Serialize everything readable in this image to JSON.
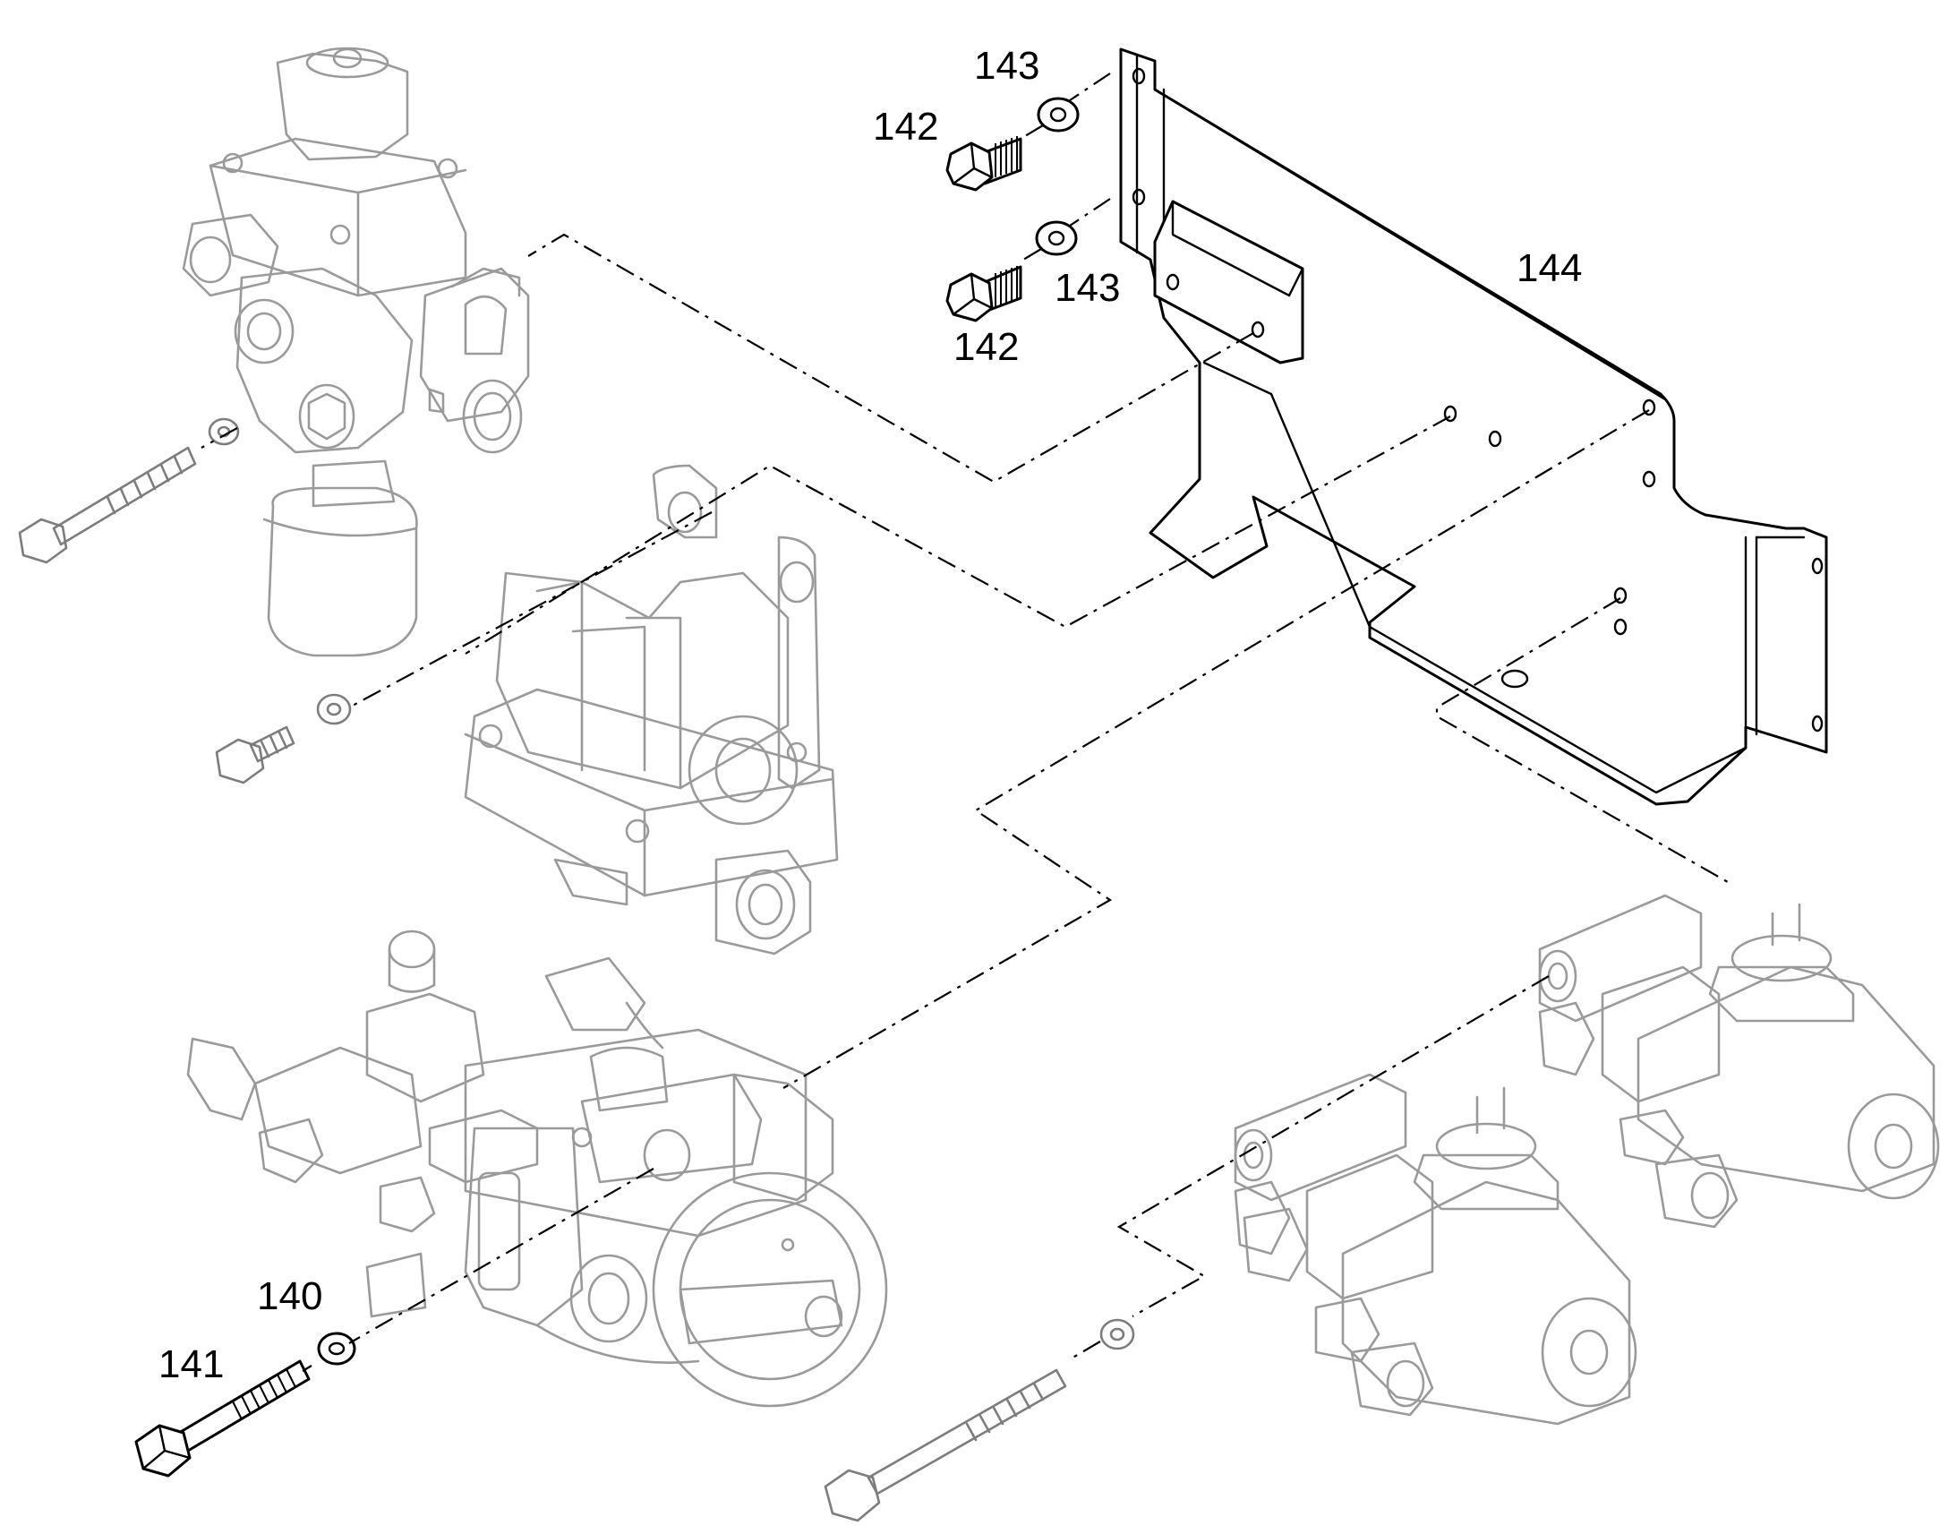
{
  "callouts": {
    "p140": "140",
    "p141": "141",
    "p142_upper": "142",
    "p142_lower": "142",
    "p143_upper": "143",
    "p143_lower": "143",
    "p144": "144"
  },
  "colors": {
    "background": "#ffffff",
    "line": "#000000",
    "ghost_line": "#9a9a9a"
  }
}
